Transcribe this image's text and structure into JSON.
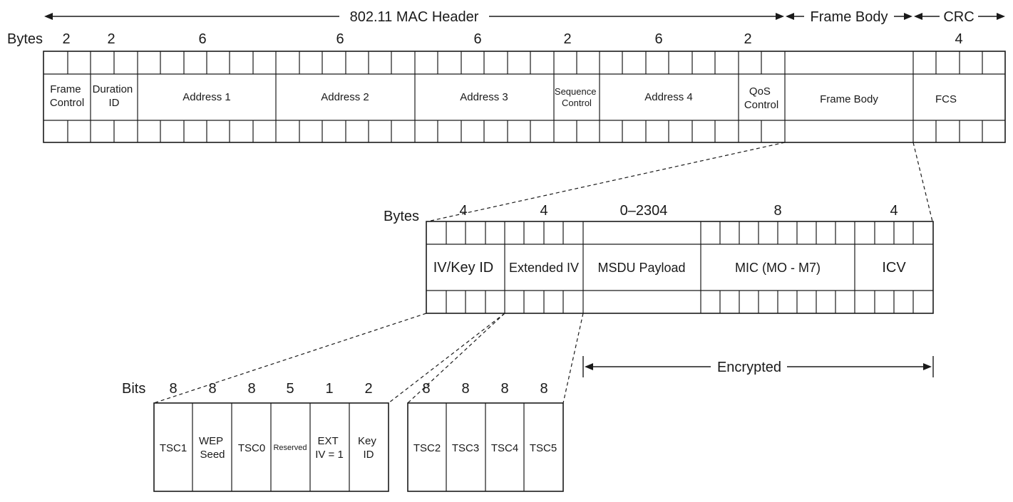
{
  "top": {
    "spans": {
      "mac_header": "802.11 MAC Header",
      "frame_body": "Frame Body",
      "crc": "CRC"
    },
    "bytes_label": "Bytes",
    "fields": [
      {
        "key": "frame_control",
        "size": "2",
        "lines": [
          "Frame",
          "Control"
        ]
      },
      {
        "key": "duration_id",
        "size": "2",
        "lines": [
          "Duration",
          "ID"
        ]
      },
      {
        "key": "address_1",
        "size": "6",
        "lines": [
          "Address 1"
        ]
      },
      {
        "key": "address_2",
        "size": "6",
        "lines": [
          "Address 2"
        ]
      },
      {
        "key": "address_3",
        "size": "6",
        "lines": [
          "Address 3"
        ]
      },
      {
        "key": "sequence_control",
        "size": "2",
        "lines": [
          "Sequence",
          "Control"
        ]
      },
      {
        "key": "address_4",
        "size": "6",
        "lines": [
          "Address 4"
        ]
      },
      {
        "key": "qos_control",
        "size": "2",
        "lines": [
          "QoS",
          "Control"
        ]
      },
      {
        "key": "frame_body",
        "size": "",
        "lines": [
          "Frame Body"
        ]
      },
      {
        "key": "fcs",
        "size": "4",
        "lines": [
          "FCS"
        ]
      }
    ]
  },
  "middle": {
    "bytes_label": "Bytes",
    "fields": [
      {
        "key": "iv_key_id",
        "size": "4",
        "lines": [
          "IV/Key ID"
        ]
      },
      {
        "key": "extended_iv",
        "size": "4",
        "lines": [
          "Extended IV"
        ]
      },
      {
        "key": "msdu_payload",
        "size": "0–2304",
        "lines": [
          "MSDU Payload"
        ]
      },
      {
        "key": "mic",
        "size": "8",
        "lines": [
          "MIC (MO - M7)"
        ]
      },
      {
        "key": "icv",
        "size": "4",
        "lines": [
          "ICV"
        ]
      }
    ],
    "encrypted_label": "Encrypted"
  },
  "bottom": {
    "bits_label": "Bits",
    "left_fields": [
      {
        "key": "tsc1",
        "size": "8",
        "lines": [
          "TSC1"
        ]
      },
      {
        "key": "wep_seed",
        "size": "8",
        "lines": [
          "WEP",
          "Seed"
        ]
      },
      {
        "key": "tsc0",
        "size": "8",
        "lines": [
          "TSC0"
        ]
      },
      {
        "key": "reserved",
        "size": "5",
        "lines": [
          "Reserved"
        ]
      },
      {
        "key": "ext_iv",
        "size": "1",
        "lines": [
          "EXT",
          "IV = 1"
        ]
      },
      {
        "key": "key_id",
        "size": "2",
        "lines": [
          "Key",
          "ID"
        ]
      }
    ],
    "right_fields": [
      {
        "key": "tsc2",
        "size": "8",
        "lines": [
          "TSC2"
        ]
      },
      {
        "key": "tsc3",
        "size": "8",
        "lines": [
          "TSC3"
        ]
      },
      {
        "key": "tsc4",
        "size": "8",
        "lines": [
          "TSC4"
        ]
      },
      {
        "key": "tsc5",
        "size": "8",
        "lines": [
          "TSC5"
        ]
      }
    ]
  },
  "colors": {
    "ink": "#1a1a1a",
    "background": "#ffffff"
  }
}
